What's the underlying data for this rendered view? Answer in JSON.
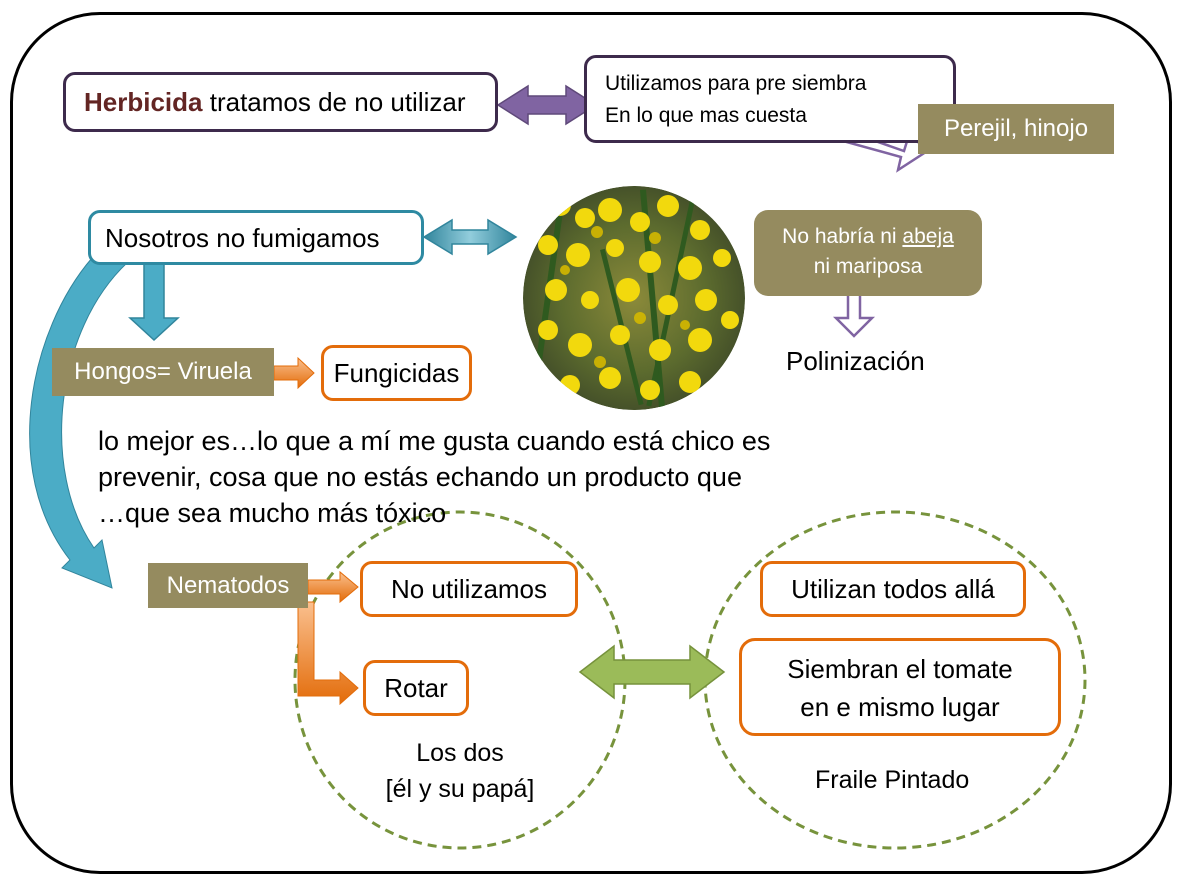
{
  "herbicida": {
    "bold": "Herbicida",
    "rest": " tratamos de no utilizar"
  },
  "pre_siembra": {
    "line1": "Utilizamos para pre siembra",
    "line2": "En lo que mas cuesta"
  },
  "perejil": "Perejil, hinojo",
  "fumigamos": "Nosotros no fumigamos",
  "abeja": {
    "pre": "No habría ni ",
    "underlined": "abeja",
    "line2": "ni mariposa"
  },
  "polinizacion": "Polinización",
  "hongos": "Hongos= Viruela",
  "fungicidas": "Fungicidas",
  "quote": {
    "line1": "lo mejor es…lo que a mí me gusta cuando está chico es",
    "line2": "prevenir, cosa que no estás echando un producto que",
    "line3": "…que sea mucho más tóxico"
  },
  "nematodos": "Nematodos",
  "no_utilizamos": "No utilizamos",
  "rotar": "Rotar",
  "los_dos": {
    "line1": "Los dos",
    "line2": "[él y su papá]"
  },
  "utilizan": "Utilizan todos allá",
  "siembran": {
    "line1": "Siembran el tomate",
    "line2": "en e mismo lugar"
  },
  "fraile": "Fraile Pintado",
  "colors": {
    "purple": "#3d2a4c",
    "teal": "#2e8aa2",
    "orange": "#e36c0a",
    "olive": "#958b5f",
    "green_dash": "#77933c",
    "arrow_purple": "#8064a2",
    "arrow_green": "#9bbb59",
    "arrow_cyan": "#4bacc6"
  }
}
